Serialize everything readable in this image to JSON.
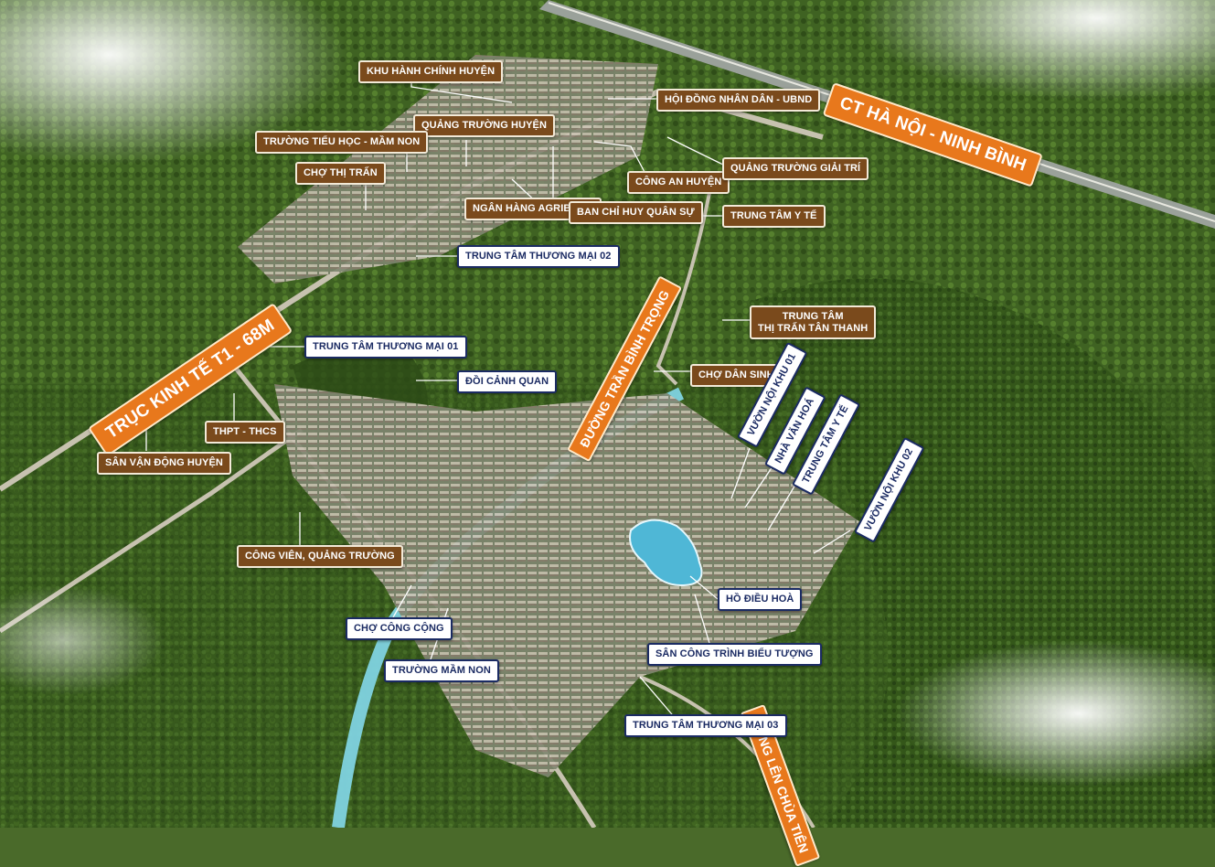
{
  "map": {
    "labels": {
      "hanoi_ninhbinh": "CT HÀ NỘI - NINH BÌNH",
      "truc_kinh_te": "TRỤC KINH TẾ T1 - 68M",
      "duong_tran_binh_trong": "ĐƯỜNG TRẦN BÌNH TRỌNG",
      "cong_len_chua_tien": "CỔNG LÊN CHÙA TIÊN",
      "khu_hanh_chinh": "KHU HÀNH CHÍNH HUYỆN",
      "hoi_dong": "HỘI ĐỒNG NHÂN DÂN - UBND",
      "quang_truong_huyen": "QUẢNG TRƯỜNG HUYỆN",
      "truong_tieu_hoc": "TRƯỜNG TIỂU HỌC - MẦM NON",
      "cho_thi_tran": "CHỢ THỊ TRẤN",
      "cong_an": "CÔNG AN HUYỆN",
      "quang_truong_giai_tri": "QUẢNG TRƯỜNG GIẢI TRÍ",
      "ngan_hang": "NGÂN HÀNG AGRIBANK",
      "ban_chi_huy": "BAN CHỈ HUY QUÂN SỰ",
      "trung_tam_y_te_top": "TRUNG TÂM Y TẾ",
      "tttm_02": "TRUNG TÂM THƯƠNG MẠI 02",
      "trung_tam_thi_tran_1": "TRUNG TÂM",
      "trung_tam_thi_tran_2": "THỊ TRẤN TÂN THANH",
      "tttm_01": "TRUNG TÂM THƯƠNG MẠI 01",
      "doi_canh_quan": "ĐỒI CẢNH QUAN",
      "cho_dan_sinh": "CHỢ DÂN SINH",
      "thpt": "THPT - THCS",
      "san_van_dong": "SÂN VẬN ĐỘNG HUYỆN",
      "vuon_noi_khu_01": "VƯỜN NỘI KHU 01",
      "nha_van_hoa": "NHÀ VĂN HOÁ",
      "trung_tam_y_te_mid": "TRUNG TÂM Y TẾ",
      "vuon_noi_khu_02": "VƯỜN NỘI KHU 02",
      "cong_vien": "CÔNG VIÊN, QUẢNG TRƯỜNG",
      "ho_dieu_hoa": "HỒ ĐIỀU HOÀ",
      "cho_cong_cong": "CHỢ CÔNG CỘNG",
      "san_cong_trinh": "SÂN CÔNG TRÌNH BIỂU TƯỢNG",
      "truong_mam_non": "TRƯỜNG MẦM NON",
      "tttm_03": "TRUNG TÂM THƯƠNG MẠI 03"
    }
  }
}
